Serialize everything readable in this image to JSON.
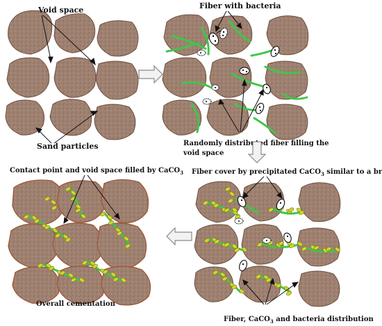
{
  "diagram": {
    "labels": {
      "void_space": "Void space",
      "sand_particles": "Sand particles",
      "fiber_with_bacteria": "Fiber with bacteria",
      "randomly_distributed_line1": "Randomly distributed fiber filling the",
      "randomly_distributed_line2": "void space",
      "contact_point_prefix": "Contact point and void space filled by CaCO",
      "contact_point_sub": "3",
      "fiber_cover_prefix": "Fiber cover by precipitated CaCO",
      "fiber_cover_sub": "3",
      "fiber_cover_suffix": " similar to a bridge",
      "overall_cementation": "Overall cementation",
      "bottom_caption_prefix": "Fiber, CaCO",
      "bottom_caption_sub": "3",
      "bottom_caption_suffix": " and bacteria distribution"
    },
    "colors": {
      "sand_fill": "#a08272",
      "sand_edge": "#6e4f3e",
      "fiber": "#3fc64a",
      "calcite": "#d3d62d",
      "arrow_fill": "#f2f2f2",
      "arrow_edge": "#8a8a8a"
    }
  }
}
